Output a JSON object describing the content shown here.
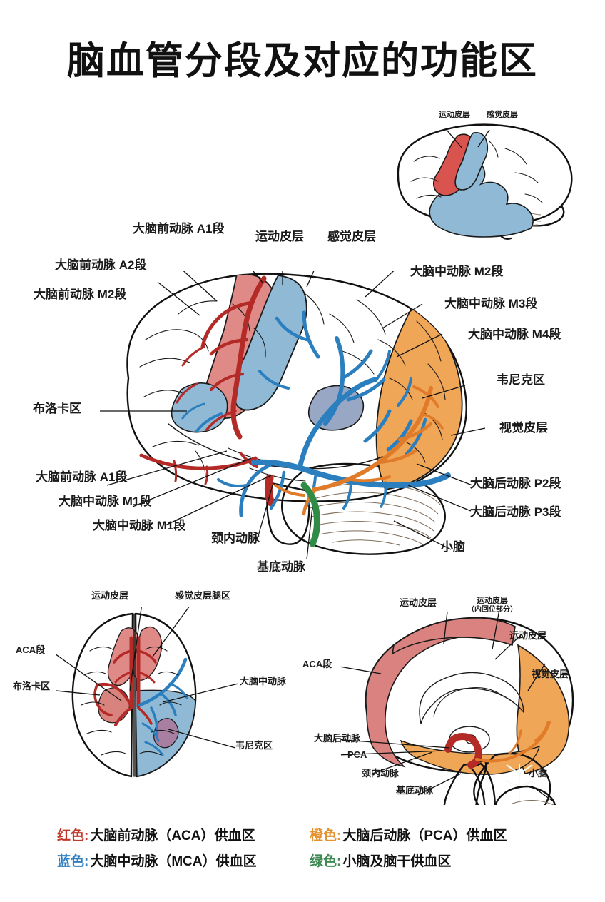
{
  "title": "脑血管分段及对应的功能区",
  "colors": {
    "red_artery": "#b32a26",
    "blue_artery": "#2b7fbe",
    "orange_artery": "#e07b2a",
    "green_artery": "#2f8b46",
    "cortex_base": "#fae0d6",
    "aca_territory": "#e08a88",
    "mca_territory": "#8fb9d4",
    "pca_territory": "#f0a657",
    "brainstem_green": "#9cc79a",
    "cerebellum_tan": "#cbb7a2",
    "legend_red": "#c0392b",
    "legend_blue": "#2f7fc1",
    "legend_orange": "#e3922f",
    "legend_green": "#3d8a52"
  },
  "main_view": {
    "name": "lateral-brain-view",
    "labels": {
      "aca_a1_top": "大脑前动脉 A1段",
      "aca_a2": "大脑前动脉 A2段",
      "aca_m2": "大脑前动脉 M2段",
      "motor_cortex": "运动皮层",
      "sensory_cortex": "感觉皮层",
      "mca_m2": "大脑中动脉 M2段",
      "mca_m3": "大脑中动脉 M3段",
      "mca_m4": "大脑中动脉 M4段",
      "wernicke": "韦尼克区",
      "visual_cortex": "视觉皮层",
      "broca": "布洛卡区",
      "aca_a1_low": "大脑前动脉 A1段",
      "mca_m1_a": "大脑中动脉 M1段",
      "mca_m1_b": "大脑中动脉 M1段",
      "internal_carotid": "颈内动脉",
      "basilar": "基底动脉",
      "pca_p2": "大脑后动脉 P2段",
      "pca_p3": "大脑后动脉 P3段",
      "cerebellum": "小脑"
    }
  },
  "inset_top_right": {
    "name": "cortex-territory-inset",
    "labels": {
      "motor_cortex": "运动皮层",
      "sensory_cortex": "感觉皮层"
    }
  },
  "inset_bottom_left": {
    "name": "superior-view-inset",
    "labels": {
      "motor_cortex": "运动皮层",
      "sensory_leg_area": "感觉皮层腿区",
      "aca_segment": "ACA段",
      "broca": "布洛卡区",
      "mca": "大脑中动脉",
      "wernicke": "韦尼克区"
    }
  },
  "inset_bottom_right": {
    "name": "midsagittal-view-inset",
    "labels": {
      "motor_cortex": "运动皮层",
      "motor_cortex_medial": "运动皮层",
      "motor_cortex_medial_note": "（内回位部分）",
      "motor_cortex_3": "运动皮层",
      "visual_cortex": "视觉皮层",
      "aca_segment": "ACA段",
      "pca_cn": "大脑后动脉",
      "pca_abbr": "PCA",
      "internal_carotid": "颈内动脉",
      "basilar": "基底动脉",
      "cerebellum": "小脑"
    }
  },
  "legend": {
    "items": [
      {
        "key": "红色:",
        "text": "大脑前动脉（ACA）供血区",
        "color": "#c0392b"
      },
      {
        "key": "蓝色:",
        "text": "大脑中动脉（MCA）供血区",
        "color": "#2f7fc1"
      },
      {
        "key": "橙色:",
        "text": "大脑后动脉（PCA）供血区",
        "color": "#e3922f"
      },
      {
        "key": "绿色:",
        "text": "小脑及脑干供血区",
        "color": "#3d8a52"
      }
    ]
  }
}
